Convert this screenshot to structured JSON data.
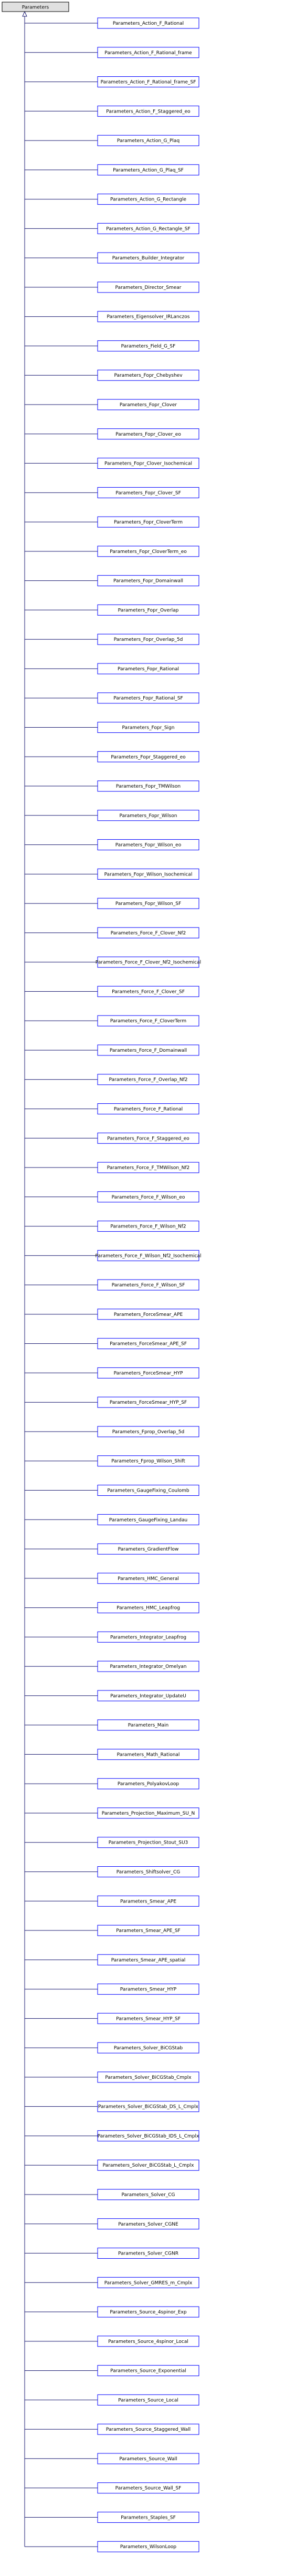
{
  "root": {
    "label": "Parameters"
  },
  "children": [
    "Parameters_Action_F_Rational",
    "Parameters_Action_F_Rational_frame",
    "Parameters_Action_F_Rational_frame_SF",
    "Parameters_Action_F_Staggered_eo",
    "Parameters_Action_G_Plaq",
    "Parameters_Action_G_Plaq_SF",
    "Parameters_Action_G_Rectangle",
    "Parameters_Action_G_Rectangle_SF",
    "Parameters_Builder_Integrator",
    "Parameters_Director_Smear",
    "Parameters_Eigensolver_IRLanczos",
    "Parameters_Field_G_SF",
    "Parameters_Fopr_Chebyshev",
    "Parameters_Fopr_Clover",
    "Parameters_Fopr_Clover_eo",
    "Parameters_Fopr_Clover_Isochemical",
    "Parameters_Fopr_Clover_SF",
    "Parameters_Fopr_CloverTerm",
    "Parameters_Fopr_CloverTerm_eo",
    "Parameters_Fopr_Domainwall",
    "Parameters_Fopr_Overlap",
    "Parameters_Fopr_Overlap_5d",
    "Parameters_Fopr_Rational",
    "Parameters_Fopr_Rational_SF",
    "Parameters_Fopr_Sign",
    "Parameters_Fopr_Staggered_eo",
    "Parameters_Fopr_TMWilson",
    "Parameters_Fopr_Wilson",
    "Parameters_Fopr_Wilson_eo",
    "Parameters_Fopr_Wilson_Isochemical",
    "Parameters_Fopr_Wilson_SF",
    "Parameters_Force_F_Clover_Nf2",
    "Parameters_Force_F_Clover_Nf2_Isochemical",
    "Parameters_Force_F_Clover_SF",
    "Parameters_Force_F_CloverTerm",
    "Parameters_Force_F_Domainwall",
    "Parameters_Force_F_Overlap_Nf2",
    "Parameters_Force_F_Rational",
    "Parameters_Force_F_Staggered_eo",
    "Parameters_Force_F_TMWilson_Nf2",
    "Parameters_Force_F_Wilson_eo",
    "Parameters_Force_F_Wilson_Nf2",
    "Parameters_Force_F_Wilson_Nf2_Isochemical",
    "Parameters_Force_F_Wilson_SF",
    "Parameters_ForceSmear_APE",
    "Parameters_ForceSmear_APE_SF",
    "Parameters_ForceSmear_HYP",
    "Parameters_ForceSmear_HYP_SF",
    "Parameters_Fprop_Overlap_5d",
    "Parameters_Fprop_Wilson_Shift",
    "Parameters_GaugeFixing_Coulomb",
    "Parameters_GaugeFixing_Landau",
    "Parameters_GradientFlow",
    "Parameters_HMC_General",
    "Parameters_HMC_Leapfrog",
    "Parameters_Integrator_Leapfrog",
    "Parameters_Integrator_Omelyan",
    "Parameters_Integrator_UpdateU",
    "Parameters_Main",
    "Parameters_Math_Rational",
    "Parameters_PolyakovLoop",
    "Parameters_Projection_Maximum_SU_N",
    "Parameters_Projection_Stout_SU3",
    "Parameters_Shiftsolver_CG",
    "Parameters_Smear_APE",
    "Parameters_Smear_APE_SF",
    "Parameters_Smear_APE_spatial",
    "Parameters_Smear_HYP",
    "Parameters_Smear_HYP_SF",
    "Parameters_Solver_BiCGStab",
    "Parameters_Solver_BiCGStab_Cmplx",
    "Parameters_Solver_BiCGStab_DS_L_Cmplx",
    "Parameters_Solver_BiCGStab_IDS_L_Cmplx",
    "Parameters_Solver_BiCGStab_L_Cmplx",
    "Parameters_Solver_CG",
    "Parameters_Solver_CGNE",
    "Parameters_Solver_CGNR",
    "Parameters_Solver_GMRES_m_Cmplx",
    "Parameters_Source_4spinor_Exp",
    "Parameters_Source_4spinor_Local",
    "Parameters_Source_Exponential",
    "Parameters_Source_Local",
    "Parameters_Source_Staggered_Wall",
    "Parameters_Source_Wall",
    "Parameters_Source_Wall_SF",
    "Parameters_Staples_SF",
    "Parameters_WilsonLoop"
  ],
  "colors": {
    "root_fill": "#e0e0e0",
    "root_stroke": "#000000",
    "node_fill": "#ffffff",
    "node_stroke": "#0000ff",
    "edge": "#191970"
  }
}
